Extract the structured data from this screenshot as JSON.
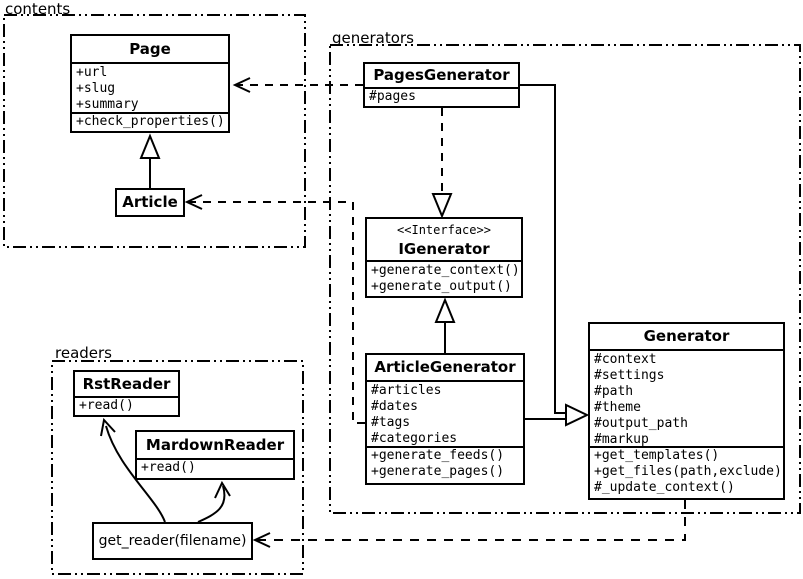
{
  "packages": {
    "contents": {
      "label": "contents"
    },
    "generators": {
      "label": "generators"
    },
    "readers": {
      "label": "readers"
    }
  },
  "classes": {
    "page": {
      "name": "Page",
      "attrs": [
        "+url",
        "+slug",
        "+summary"
      ],
      "methods": [
        "+check_properties()"
      ]
    },
    "article": {
      "name": "Article"
    },
    "pages_generator": {
      "name": "PagesGenerator",
      "attrs": [
        "#pages"
      ]
    },
    "igenerator": {
      "stereotype": "<<Interface>>",
      "name": "IGenerator",
      "methods": [
        "+generate_context()",
        "+generate_output()"
      ]
    },
    "article_generator": {
      "name": "ArticleGenerator",
      "attrs": [
        "#articles",
        "#dates",
        "#tags",
        "#categories"
      ],
      "methods": [
        "+generate_feeds()",
        "+generate_pages()"
      ]
    },
    "generator": {
      "name": "Generator",
      "attrs": [
        "#context",
        "#settings",
        "#path",
        "#theme",
        "#output_path",
        "#markup"
      ],
      "methods": [
        "+get_templates()",
        "+get_files(path,exclude)",
        "#_update_context()"
      ]
    },
    "rst_reader": {
      "name": "RstReader",
      "methods": [
        "+read()"
      ]
    },
    "markdown_reader": {
      "name": "MardownReader",
      "methods": [
        "+read()"
      ]
    },
    "get_reader": {
      "name": "get_reader(filename)"
    }
  },
  "colors": {
    "line": "#000000",
    "background": "#ffffff"
  },
  "edges": {
    "article_extends_page": "generalization",
    "pagesgenerator_uses_page": "dependency",
    "articlegenerator_uses_article": "dependency",
    "pagesgenerator_realizes_igenerator": "realization",
    "articlegenerator_extends_igenerator": "generalization",
    "generators_extend_generator": "generalization",
    "getreader_to_rstreader": "association",
    "getreader_to_markdownreader": "association",
    "generator_uses_getreader": "dependency"
  }
}
